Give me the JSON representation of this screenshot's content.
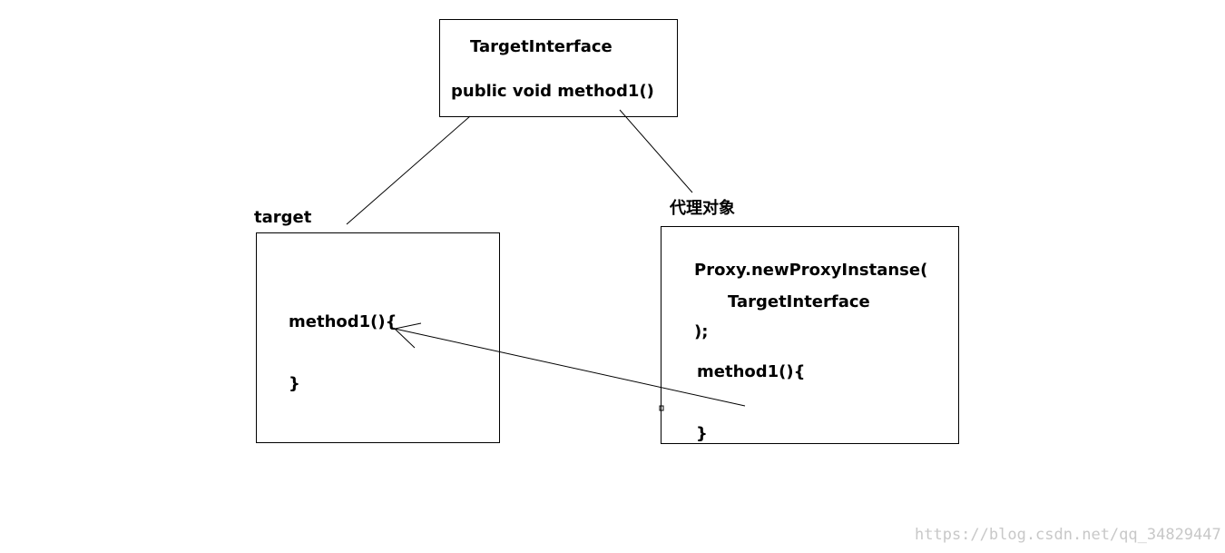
{
  "interface_box": {
    "title": "TargetInterface",
    "method": "public void method1()"
  },
  "target": {
    "label": "target",
    "method_open": "method1(){",
    "method_close": "}"
  },
  "proxy": {
    "label": "代理对象",
    "call_line1": "Proxy.newProxyInstanse(",
    "call_line2": "TargetInterface",
    "call_line3": ");",
    "method_open": "method1(){",
    "method_close": "}"
  },
  "watermark": "https://blog.csdn.net/qq_34829447",
  "colors": {
    "line": "#000000",
    "watermark": "#c8c8c8"
  }
}
